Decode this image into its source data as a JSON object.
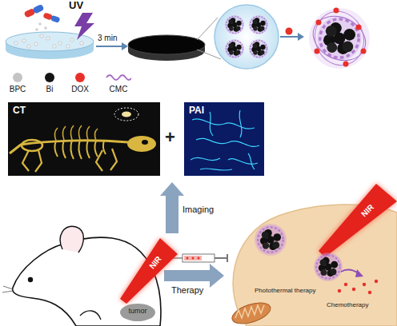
{
  "diagram": {
    "nodes": [
      {
        "text": [
          "CT"
        ]
      },
      {
        "text": [
          "PAI"
        ]
      },
      {
        "text": [
          "tumor"
        ]
      },
      {
        "text": [
          "NIR"
        ]
      },
      {
        "text": [
          "Photothermal therapy",
          "Chemotherapy"
        ]
      },
      {
        "text": [
          "NIR"
        ],
        "in": 4
      }
    ],
    "labels": [
      "UV",
      "3 min",
      "+",
      "Imaging",
      "Therapy"
    ],
    "legend": [
      {
        "text": "BPC",
        "color": "#c4c4c4"
      },
      {
        "text": "Bi",
        "color": "#141414"
      },
      {
        "text": "DOX",
        "color": "#e8302a"
      },
      {
        "text": "CMC"
      }
    ]
  }
}
